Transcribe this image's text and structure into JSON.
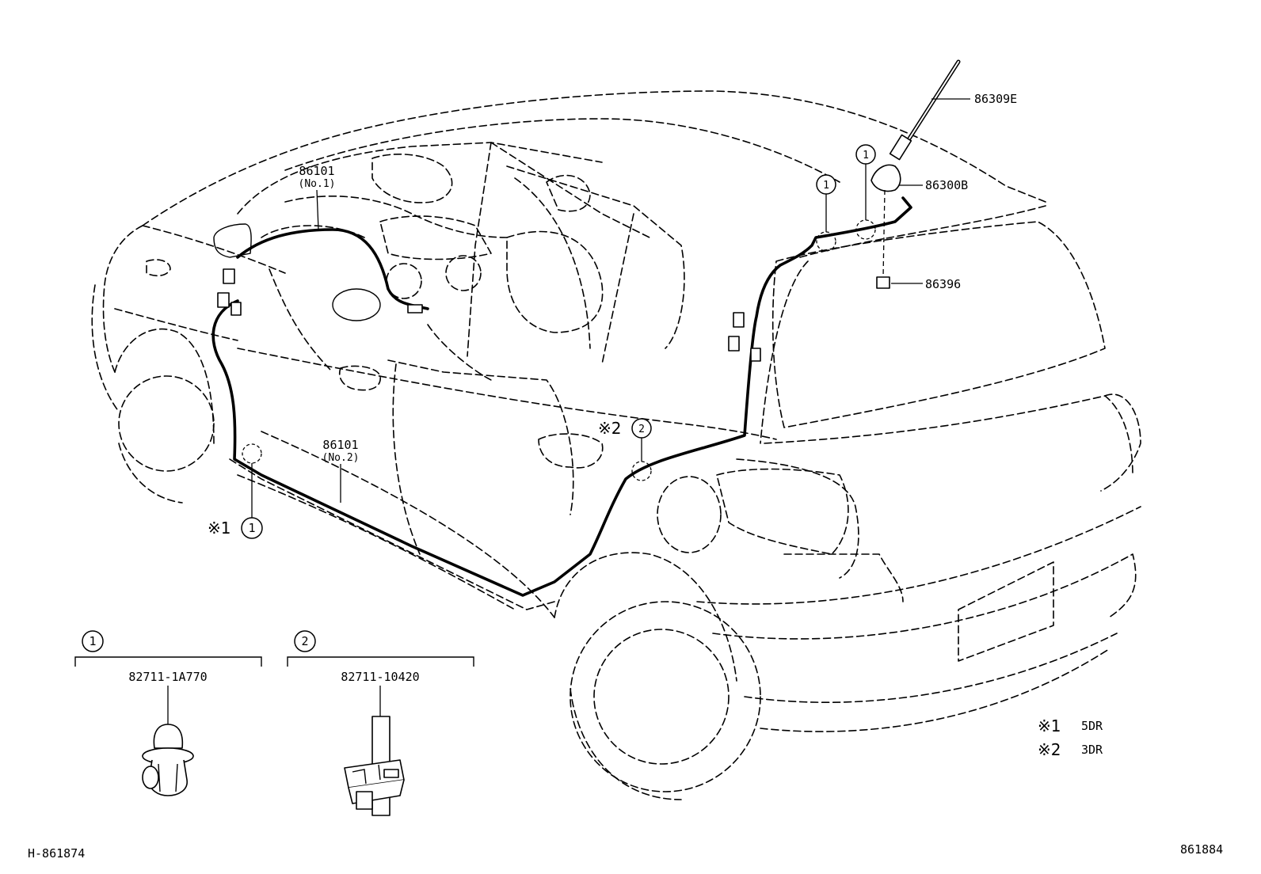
{
  "parts": {
    "antenna_rod": "86309E",
    "antenna_base": "86300B",
    "antenna_pad": "86396",
    "cord_no1": {
      "number": "86101",
      "sub": "(No.1)"
    },
    "cord_no2": {
      "number": "86101",
      "sub": "(No.2)"
    }
  },
  "callouts": {
    "clip1": "1",
    "clip2": "2",
    "note1_prefix": "※1",
    "note2_prefix": "※2"
  },
  "details": [
    {
      "ref": "1",
      "part_number": "82711-1A770"
    },
    {
      "ref": "2",
      "part_number": "82711-10420"
    }
  ],
  "legend": [
    {
      "mark": "※1",
      "text": "5DR"
    },
    {
      "mark": "※2",
      "text": "3DR"
    }
  ],
  "codes": {
    "left": "H-861874",
    "right": "861884"
  }
}
